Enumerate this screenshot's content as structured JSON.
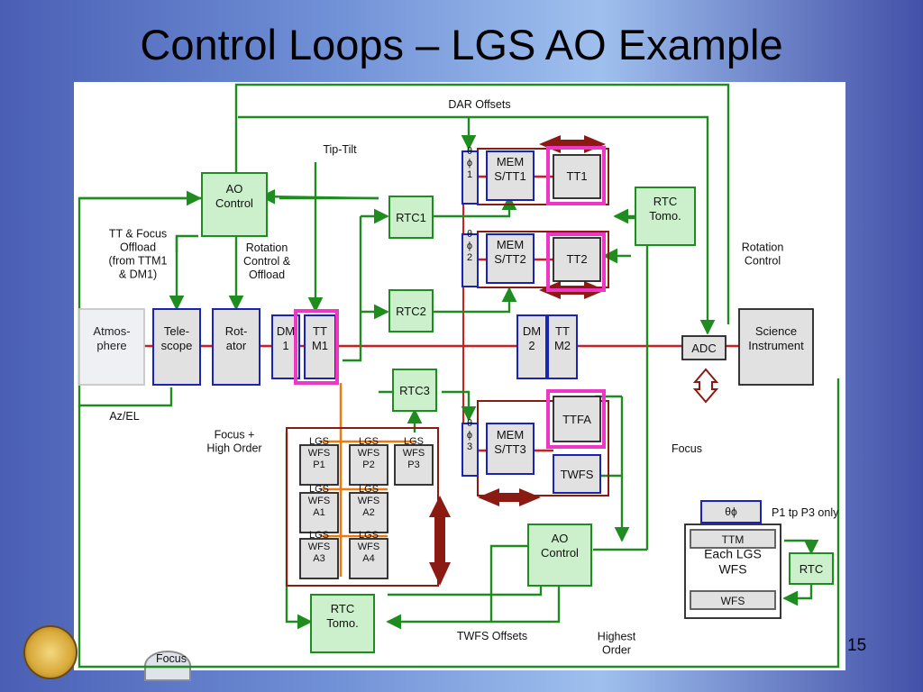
{
  "slide": {
    "title": "Control Loops – LGS AO Example",
    "page_number": "15"
  },
  "colors": {
    "green": "#1e8c1e",
    "red": "#cc1f1f",
    "orange": "#f07a10",
    "magenta": "#ee37c6",
    "dark_red": "#8b1a12",
    "box_green_fill": "#ccf0cc",
    "box_gray_fill": "#e1e1e1",
    "blue_border": "#1b23b4"
  },
  "diagram": {
    "blocks": {
      "ao_control_top": "AO\nControl",
      "rtc1": "RTC1",
      "rtc2": "RTC2",
      "rtc3": "RTC3",
      "rtc_tomo_right": "RTC\nTomo.",
      "rtc_tomo_bottom": "RTC\nTomo.",
      "ao_control_bottom": "AO\nControl",
      "rtc_legend": "RTC",
      "atmosphere": "Atmos-\nphere",
      "telescope": "Tele-\nscope",
      "rotator": "Rot-\nator",
      "dm1": "DM\n1",
      "ttm1": "TT\nM1",
      "dm2": "DM\n2",
      "ttm2": "TT\nM2",
      "adc": "ADC",
      "science_instrument": "Science\nInstrument",
      "mem_stt1": "MEM\nS/TT1",
      "mem_stt2": "MEM\nS/TT2",
      "mem_stt3": "MEM\nS/TT3",
      "tt1": "TT1",
      "tt2": "TT2",
      "ttfa": "TTFA",
      "twfs": "TWFS",
      "theta_phi_1": "θ\nϕ\n1",
      "theta_phi_2": "θ\nϕ\n2",
      "theta_phi_3": "θ\nϕ\n3",
      "lgs_wfs_p1": "LGS\nWFS\nP1",
      "lgs_wfs_p2": "LGS\nWFS\nP2",
      "lgs_wfs_p3": "LGS\nWFS\nP3",
      "lgs_wfs_a1": "LGS\nWFS\nA1",
      "lgs_wfs_a2": "LGS\nWFS\nA2",
      "lgs_wfs_a3": "LGS\nWFS\nA3",
      "lgs_wfs_a4": "LGS\nWFS\nA4",
      "legend_theta_phi": "θϕ",
      "legend_ttm": "TTM",
      "legend_each_lgs": "Each LGS\nWFS",
      "legend_wfs": "WFS"
    },
    "labels": {
      "dar_offsets": "DAR Offsets",
      "tip_tilt": "Tip-Tilt",
      "tt_focus_offload": "TT & Focus\nOffload\n(from TTM1\n& DM1)",
      "rotation_control_offload": "Rotation\nControl &\nOffload",
      "rotation_control": "Rotation\nControl",
      "az_el": "Az/EL",
      "focus_high_order": "Focus +\nHigh Order",
      "focus_right": "Focus",
      "focus_bottom": "Focus",
      "twfs_offsets": "TWFS Offsets",
      "highest_order": "Highest\nOrder",
      "p1_to_p3_only": "P1 tp P3 only"
    }
  }
}
